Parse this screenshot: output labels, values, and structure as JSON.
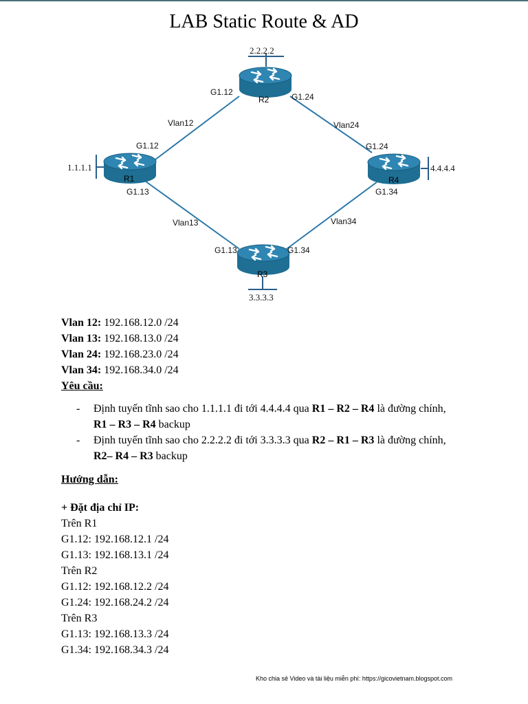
{
  "title": "LAB Static Route & AD",
  "diagram": {
    "routers": {
      "r1": {
        "name": "R1",
        "loopback": "1.1.1.1",
        "if_a": "G1.12",
        "if_b": "G1.13"
      },
      "r2": {
        "name": "R2",
        "loopback": "2.2.2.2",
        "if_a": "G1.12",
        "if_b": "G1.24"
      },
      "r3": {
        "name": "R3",
        "loopback": "3.3.3.3",
        "if_a": "G1.13",
        "if_b": "G1.34"
      },
      "r4": {
        "name": "R4",
        "loopback": "4.4.4.4",
        "if_a": "G1.24",
        "if_b": "G1.34"
      }
    },
    "links": {
      "vlan12": "Vlan12",
      "vlan24": "Vlan24",
      "vlan13": "Vlan13",
      "vlan34": "Vlan34"
    },
    "colors": {
      "router_body": "#1f6e93",
      "router_top": "#2f86b3",
      "link": "#2a78a8"
    }
  },
  "vlans": [
    {
      "label": "Vlan 12:",
      "value": "192.168.12.0 /24"
    },
    {
      "label": "Vlan 13:",
      "value": "192.168.13.0 /24"
    },
    {
      "label": "Vlan 24:",
      "value": "192.168.23.0 /24"
    },
    {
      "label": "Vlan 34:",
      "value": "192.168.34.0 /24"
    }
  ],
  "requirements_heading": "Yêu cầu:",
  "requirements": [
    {
      "dash": "-",
      "text1": "Định tuyến tĩnh sao cho 1.1.1.1 đi tới 4.4.4.4 qua ",
      "bold1": "R1 – R2 – R4",
      "text2": " là đường chính,",
      "bold2": "R1 – R3 – R4",
      "text3": " backup"
    },
    {
      "dash": "-",
      "text1": "Định tuyến tĩnh sao cho 2.2.2.2 đi tới 3.3.3.3 qua ",
      "bold1": "R2 – R1 – R3",
      "text2": " là đường chính,",
      "bold2": "R2– R4 – R3",
      "text3": " backup"
    }
  ],
  "guide_heading": "Hướng dẫn:",
  "address_heading": "+ Đặt địa chỉ IP:",
  "address_lines": [
    "Trên R1",
    "G1.12: 192.168.12.1 /24",
    "G1.13: 192.168.13.1 /24",
    "Trên R2",
    "G1.12: 192.168.12.2 /24",
    "G1.24: 192.168.24.2 /24",
    "Trên R3",
    "G1.13: 192.168.13.3 /24",
    "G1.34: 192.168.34.3 /24"
  ],
  "footer": "Kho chia sẻ Video và tài liệu miễn phí: https://gicovietnam.blogspot.com"
}
